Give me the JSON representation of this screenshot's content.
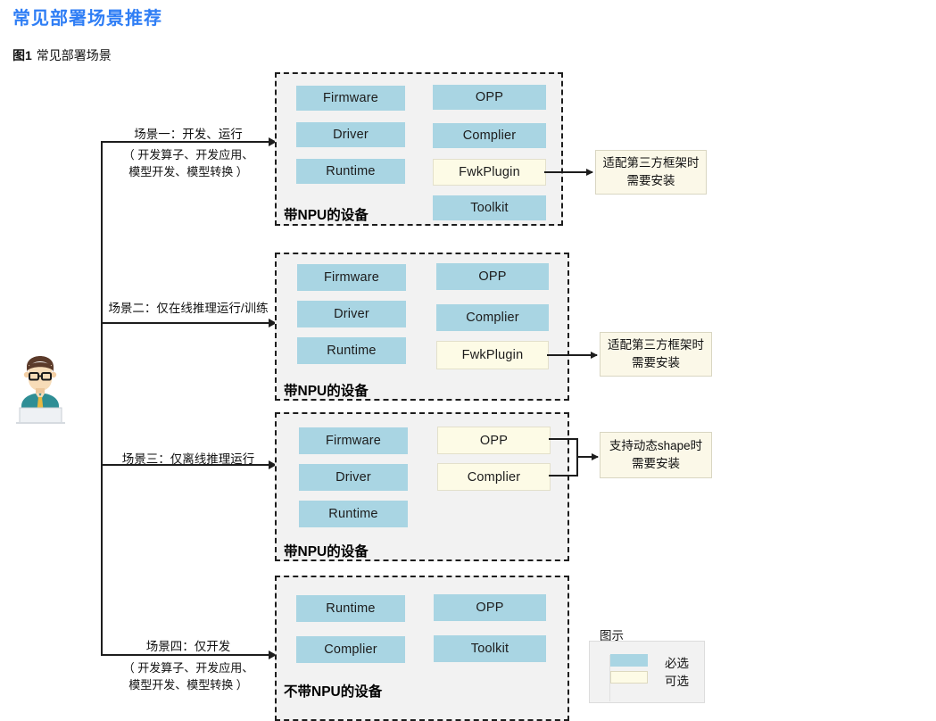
{
  "page": {
    "title": "常见部署场景推荐",
    "figure_caption_number": "图1",
    "figure_caption_text": "常见部署场景"
  },
  "avatar": {
    "icon": "developer-person-with-laptop-icon"
  },
  "flow": {
    "scenarios": [
      {
        "id": "scenario-1",
        "label": "场景一：开发、运行",
        "sublabel_line1": "（ 开发算子、开发应用、",
        "sublabel_line2": "模型开发、模型转换 ）",
        "device_label": "带NPU的设备",
        "components_left": [
          {
            "name": "Firmware",
            "type": "required"
          },
          {
            "name": "Driver",
            "type": "required"
          },
          {
            "name": "Runtime",
            "type": "required"
          }
        ],
        "components_right": [
          {
            "name": "OPP",
            "type": "required"
          },
          {
            "name": "Complier",
            "type": "required"
          },
          {
            "name": "FwkPlugin",
            "type": "optional"
          },
          {
            "name": "Toolkit",
            "type": "required"
          }
        ],
        "annotation_line1": "适配第三方框架时",
        "annotation_line2": "需要安装"
      },
      {
        "id": "scenario-2",
        "label": "场景二：仅在线推理运行/训练",
        "sublabel_line1": "",
        "sublabel_line2": "",
        "device_label": "带NPU的设备",
        "components_left": [
          {
            "name": "Firmware",
            "type": "required"
          },
          {
            "name": "Driver",
            "type": "required"
          },
          {
            "name": "Runtime",
            "type": "required"
          }
        ],
        "components_right": [
          {
            "name": "OPP",
            "type": "required"
          },
          {
            "name": "Complier",
            "type": "required"
          },
          {
            "name": "FwkPlugin",
            "type": "optional"
          }
        ],
        "annotation_line1": "适配第三方框架时",
        "annotation_line2": "需要安装"
      },
      {
        "id": "scenario-3",
        "label": "场景三：仅离线推理运行",
        "sublabel_line1": "",
        "sublabel_line2": "",
        "device_label": "带NPU的设备",
        "components_left": [
          {
            "name": "Firmware",
            "type": "required"
          },
          {
            "name": "Driver",
            "type": "required"
          },
          {
            "name": "Runtime",
            "type": "required"
          }
        ],
        "components_right": [
          {
            "name": "OPP",
            "type": "optional"
          },
          {
            "name": "Complier",
            "type": "optional"
          }
        ],
        "annotation_line1": "支持动态shape时",
        "annotation_line2": "需要安装"
      },
      {
        "id": "scenario-4",
        "label": "场景四：仅开发",
        "sublabel_line1": "（ 开发算子、开发应用、",
        "sublabel_line2": "模型开发、模型转换 ）",
        "device_label": "不带NPU的设备",
        "components_left": [
          {
            "name": "Runtime",
            "type": "required"
          },
          {
            "name": "Complier",
            "type": "required"
          }
        ],
        "components_right": [
          {
            "name": "OPP",
            "type": "required"
          },
          {
            "name": "Toolkit",
            "type": "required"
          }
        ],
        "annotation_line1": "",
        "annotation_line2": ""
      }
    ]
  },
  "legend": {
    "title": "图示",
    "items": [
      {
        "label": "必选",
        "type": "required"
      },
      {
        "label": "可选",
        "type": "optional"
      }
    ]
  },
  "colors": {
    "title_blue": "#2f7ef5",
    "required_blue": "#a9d5e3",
    "optional_cream": "#fdfbe6",
    "annotation_cream": "#fbf8e8",
    "block_gray": "#f2f2f2",
    "line_black": "#1d1d1d"
  }
}
